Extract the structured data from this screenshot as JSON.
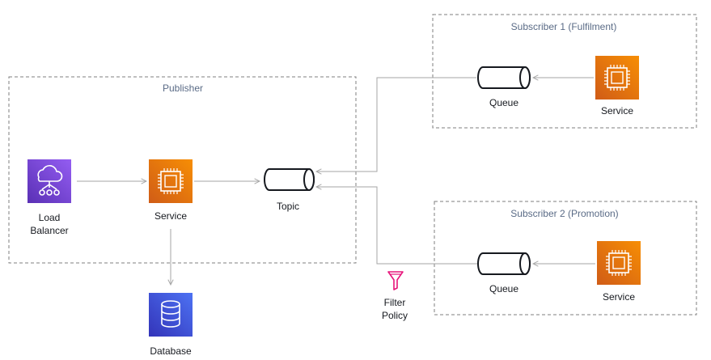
{
  "colors": {
    "group_border": "#7f7f7f",
    "group_label": "#5a6b86",
    "edge": "#a6a6a6",
    "compute_top": "#f78e04",
    "compute_bottom": "#d05c17",
    "networking_top": "#945df2",
    "networking_bottom": "#5a30b5",
    "database_top": "#4d72f3",
    "database_bottom": "#3334b9",
    "filter_icon": "#e7157b"
  },
  "groups": {
    "publisher": {
      "label": "Publisher"
    },
    "subscriber1": {
      "label": "Subscriber 1 (Fulfilment)"
    },
    "subscriber2": {
      "label": "Subscriber 2 (Promotion)"
    }
  },
  "nodes": {
    "load_balancer": {
      "label_line1": "Load",
      "label_line2": "Balancer",
      "icon": "load-balancer-icon"
    },
    "publisher_service": {
      "label": "Service",
      "icon": "ec2-chip-icon"
    },
    "database": {
      "label": "Database",
      "icon": "database-icon"
    },
    "topic": {
      "label": "Topic",
      "icon": "topic-cylinder-icon"
    },
    "filter_policy": {
      "label_line1": "Filter",
      "label_line2": "Policy",
      "icon": "filter-funnel-icon"
    },
    "queue1": {
      "label": "Queue",
      "icon": "queue-cylinder-icon"
    },
    "service1": {
      "label": "Service",
      "icon": "ec2-chip-icon"
    },
    "queue2": {
      "label": "Queue",
      "icon": "queue-cylinder-icon"
    },
    "service2": {
      "label": "Service",
      "icon": "ec2-chip-icon"
    }
  }
}
